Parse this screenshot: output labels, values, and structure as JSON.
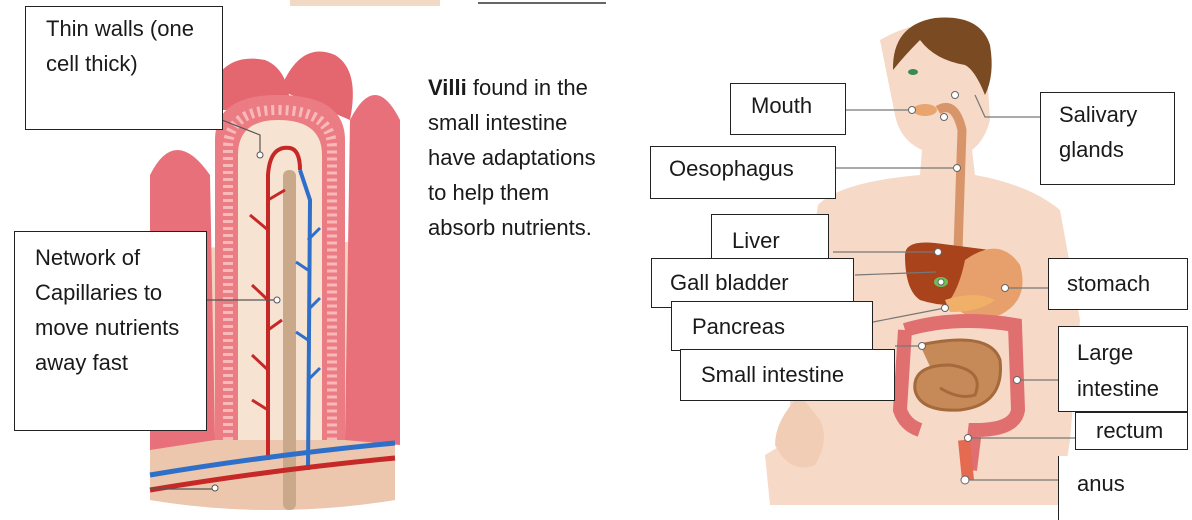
{
  "villus_labels": {
    "thin_walls": "Thin walls (one cell thick)",
    "capillaries": "Network of Capillaries to move nutrients away fast"
  },
  "villi_caption": {
    "bold": "Villi",
    "rest": " found in the small intestine have adaptations to help them absorb nutrients."
  },
  "organ_labels": {
    "mouth": "Mouth",
    "salivary": "Salivary glands",
    "oesophagus": "Oesophagus",
    "liver": "Liver",
    "gall_bladder": "Gall bladder",
    "stomach": "stomach",
    "pancreas": "Pancreas",
    "small_intestine": "Small intestine",
    "large_intestine": "Large intestine",
    "rectum": "rectum",
    "anus": "anus"
  },
  "colors": {
    "villus_pink": "#e8707a",
    "villus_inner": "#f7d7c4",
    "artery": "#c62828",
    "vein": "#2e6fc9",
    "lacteal": "#c9a98a",
    "skin": "#f6d9c6",
    "hair": "#7a4a22",
    "liver": "#a8431b",
    "stomach": "#e7a06b",
    "small_intestine": "#c58a57",
    "large_intestine": "#e07070"
  }
}
